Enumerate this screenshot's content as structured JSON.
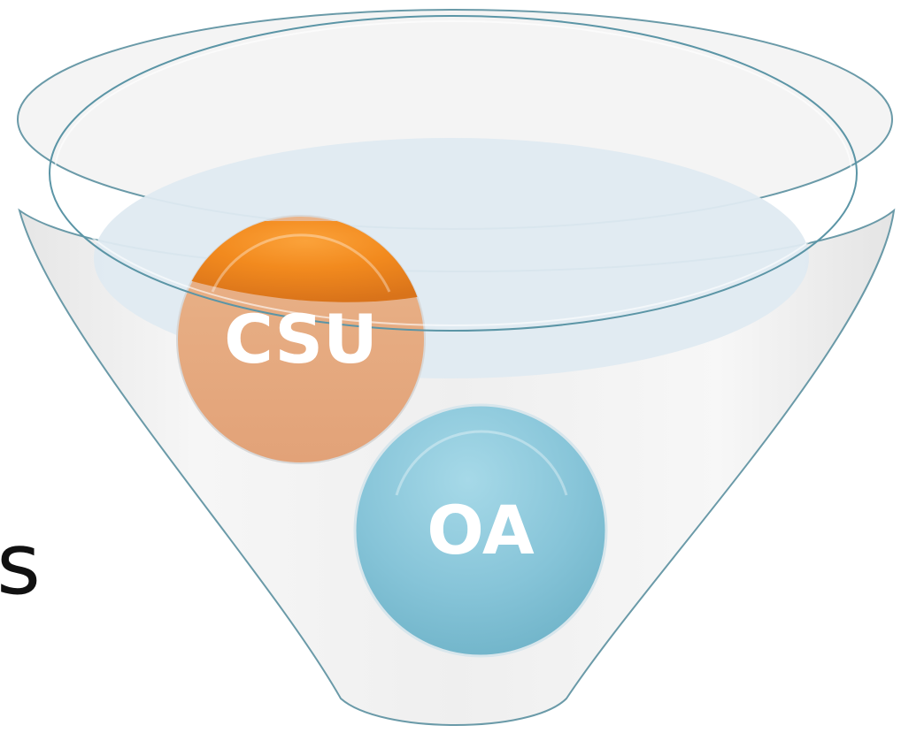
{
  "stray_text": "s",
  "balls": [
    {
      "name": "csu",
      "label": "CSU",
      "color": "#f28a1e",
      "light": "#e9b48c"
    },
    {
      "name": "oa",
      "label": "OA",
      "color": "#8cc8dc",
      "light": "#7fc2d6"
    }
  ],
  "colors": {
    "funnel_edge": "#5b95a6",
    "funnel_fill": "#efefef",
    "liquid": "#dde9f1",
    "label_text": "#ffffff"
  }
}
